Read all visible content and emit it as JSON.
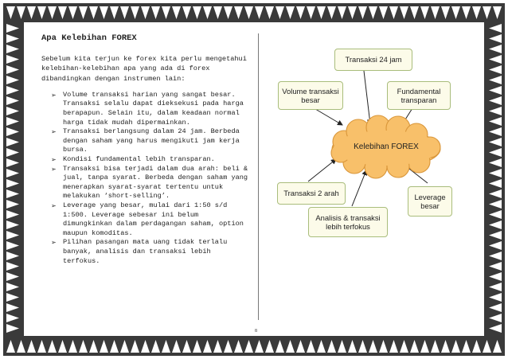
{
  "page": {
    "title": "Apa Kelebihan FOREX",
    "intro": "Sebelum kita terjun ke forex kita perlu mengetahui kelebihan-kelebihan apa yang ada di forex dibandingkan dengan instrumen lain:",
    "bullets": [
      "Volume transaksi harian yang sangat besar. Transaksi selalu dapat dieksekusi pada harga berapapun. Selain itu, dalam keadaan normal harga tidak mudah dipermainkan.",
      "Transaksi berlangsung dalam 24 jam. Berbeda dengan saham yang harus mengikuti jam kerja bursa.",
      "Kondisi fundamental lebih transparan.",
      "Transaksi bisa terjadi dalam dua arah: beli & jual, tanpa syarat. Berbeda dengan saham yang menerapkan syarat-syarat tertentu untuk melakukan ‘short-selling’.",
      "Leverage yang besar, mulai dari 1:50 s/d 1:500. Leverage sebesar ini belum dimungkinkan dalam perdagangan saham, option maupun komoditas.",
      "Pilihan pasangan mata uang tidak terlalu banyak, analisis dan transaksi lebih terfokus."
    ],
    "page_number": "8"
  },
  "diagram": {
    "center": "Kelebihan FOREX",
    "nodes": {
      "transaksi_24": "Transaksi 24 jam",
      "volume": "Volume transaksi besar",
      "fundamental": "Fundamental transparan",
      "dua_arah": "Transaksi 2 arah",
      "leverage": "Leverage besar",
      "analisis": "Analisis & transaksi lebih terfokus"
    },
    "colors": {
      "box_fill": "#fcfbe9",
      "box_border": "#a9bd7c",
      "cloud_fill": "#f8c06a",
      "cloud_border": "#d9963a",
      "arrow": "#222222"
    }
  }
}
